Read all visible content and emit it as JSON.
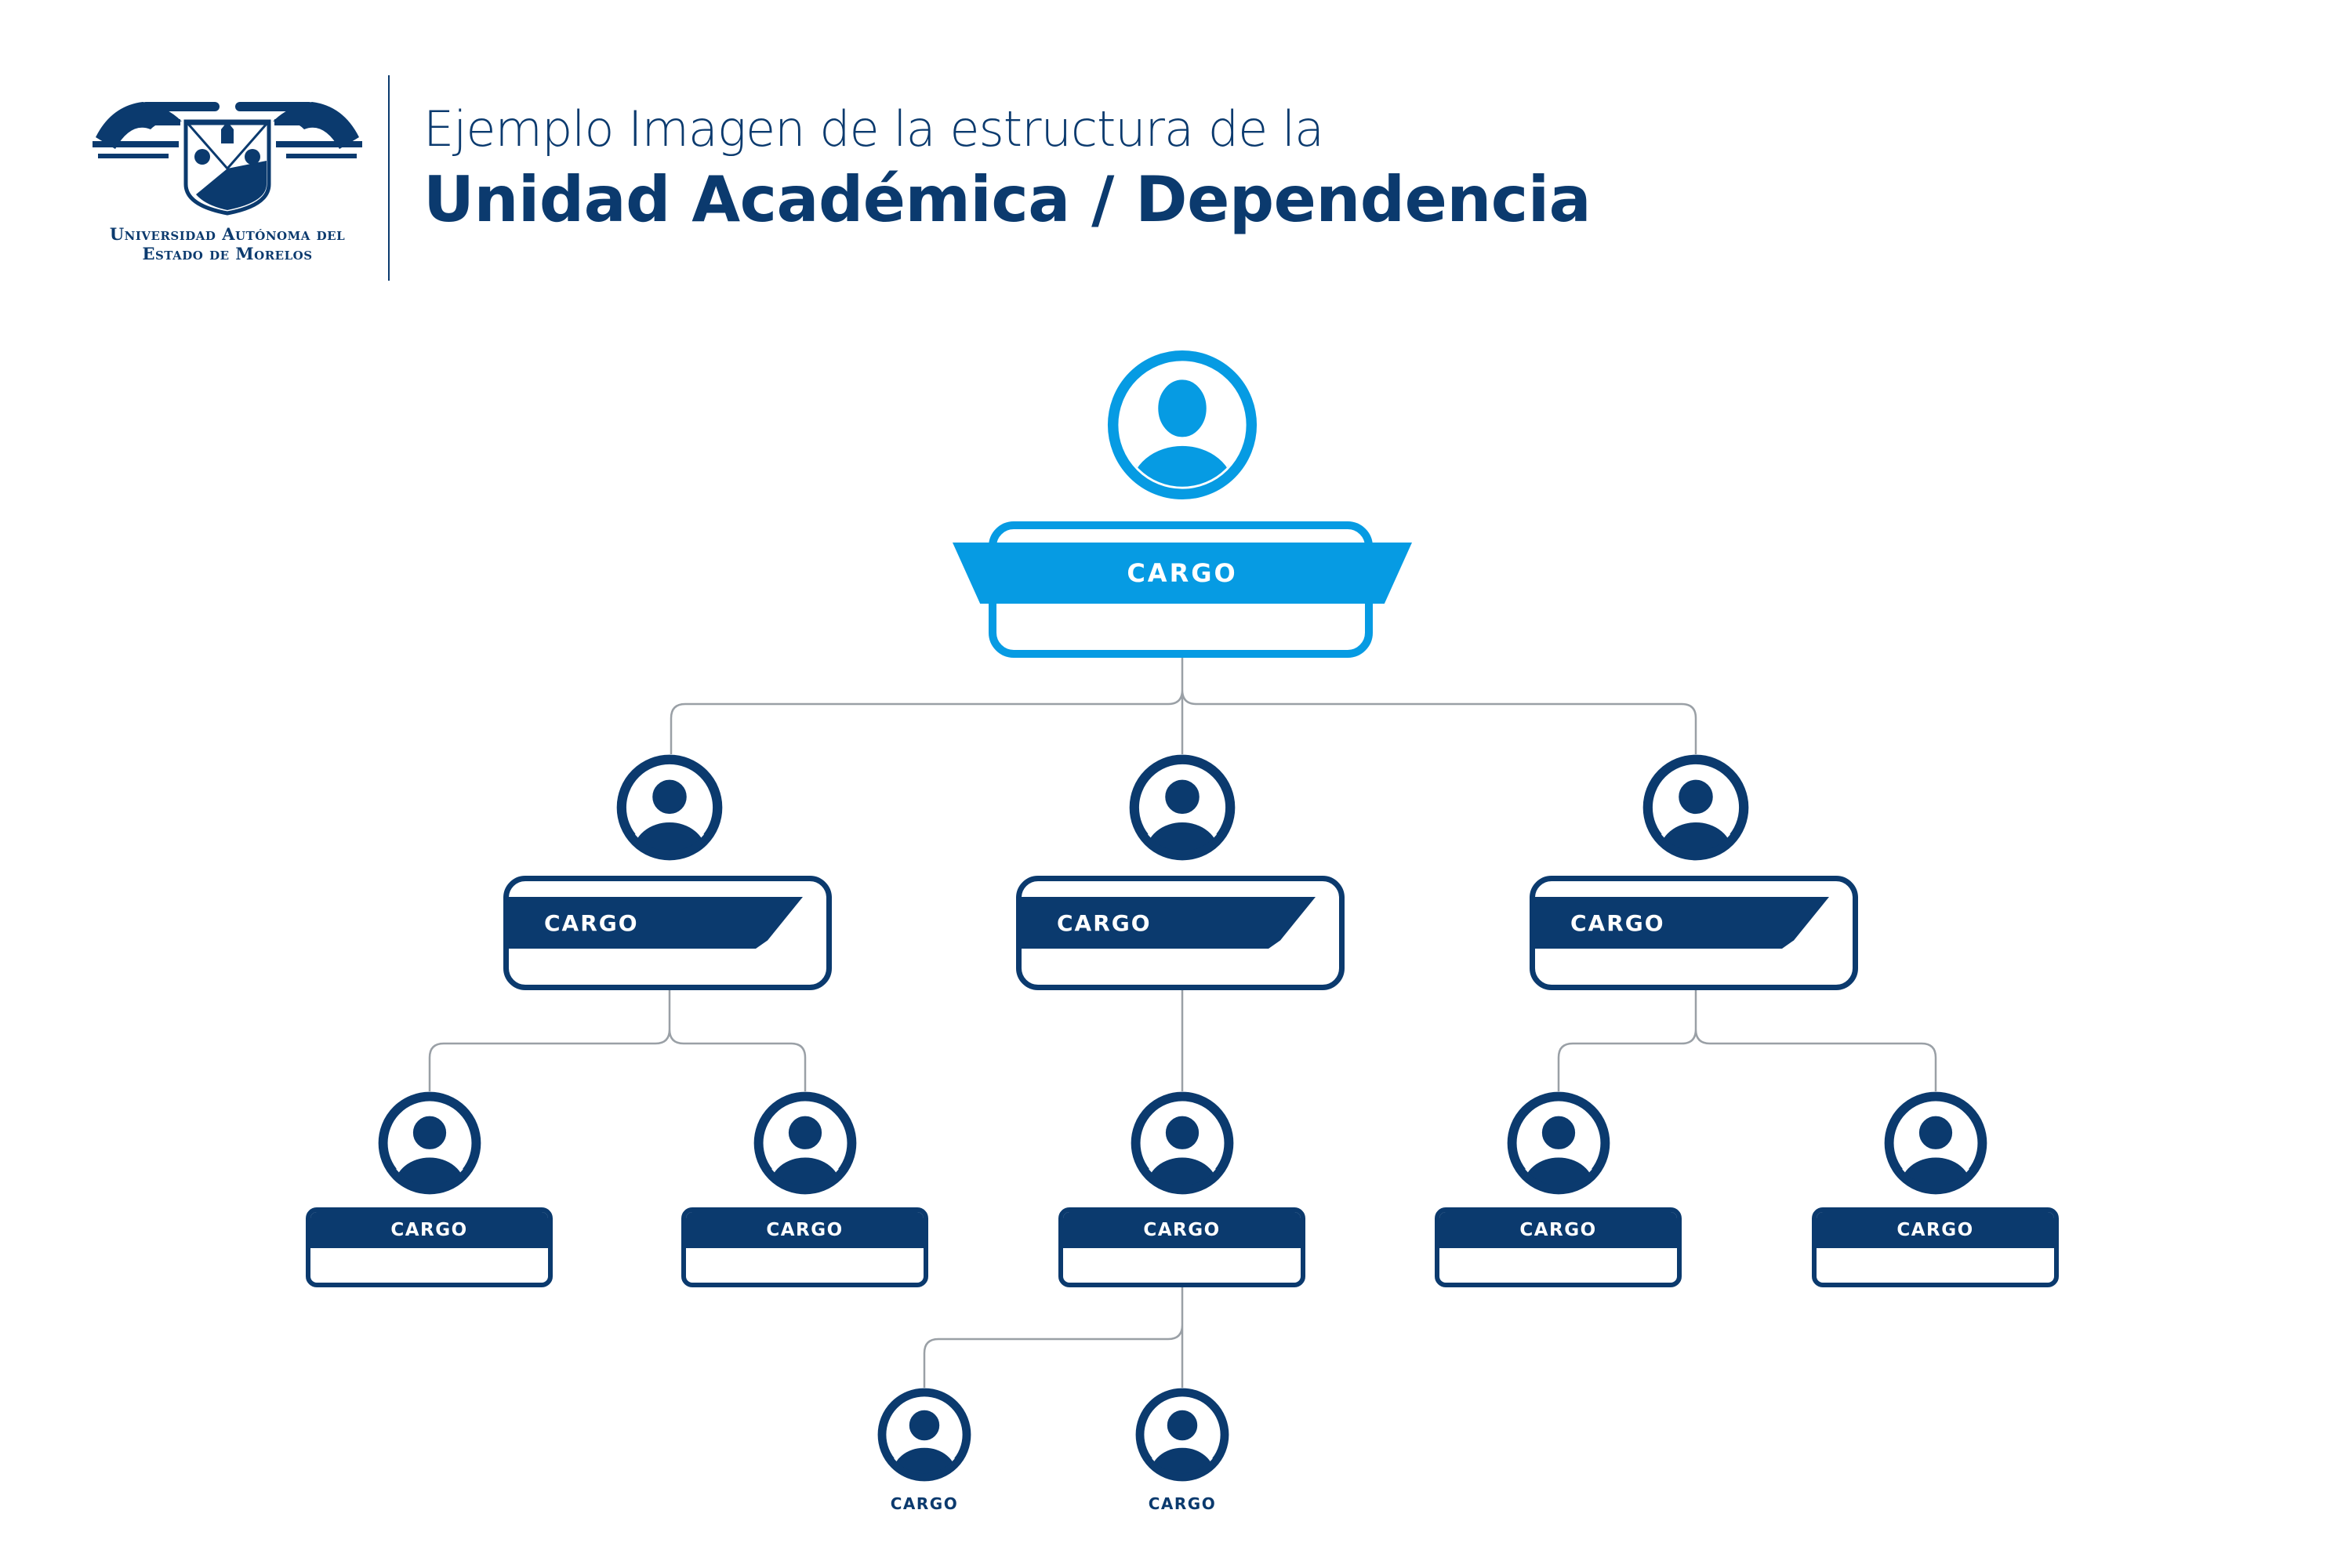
{
  "logo": {
    "line1": "Universidad Autónoma del",
    "line2": "Estado de Morelos"
  },
  "header": {
    "subtitle": "Ejemplo Imagen de la estructura de la",
    "title": "Unidad Académica / Dependencia"
  },
  "colors": {
    "primary_light": "#069be3",
    "primary_dark": "#0b3a6e",
    "connector": "#9aa0a6"
  },
  "org": {
    "root": {
      "label": "CARGO"
    },
    "level2": [
      {
        "label": "CARGO"
      },
      {
        "label": "CARGO"
      },
      {
        "label": "CARGO"
      }
    ],
    "level3": [
      {
        "label": "CARGO"
      },
      {
        "label": "CARGO"
      },
      {
        "label": "CARGO"
      },
      {
        "label": "CARGO"
      },
      {
        "label": "CARGO"
      }
    ],
    "level4": [
      {
        "label": "CARGO"
      },
      {
        "label": "CARGO"
      }
    ]
  }
}
